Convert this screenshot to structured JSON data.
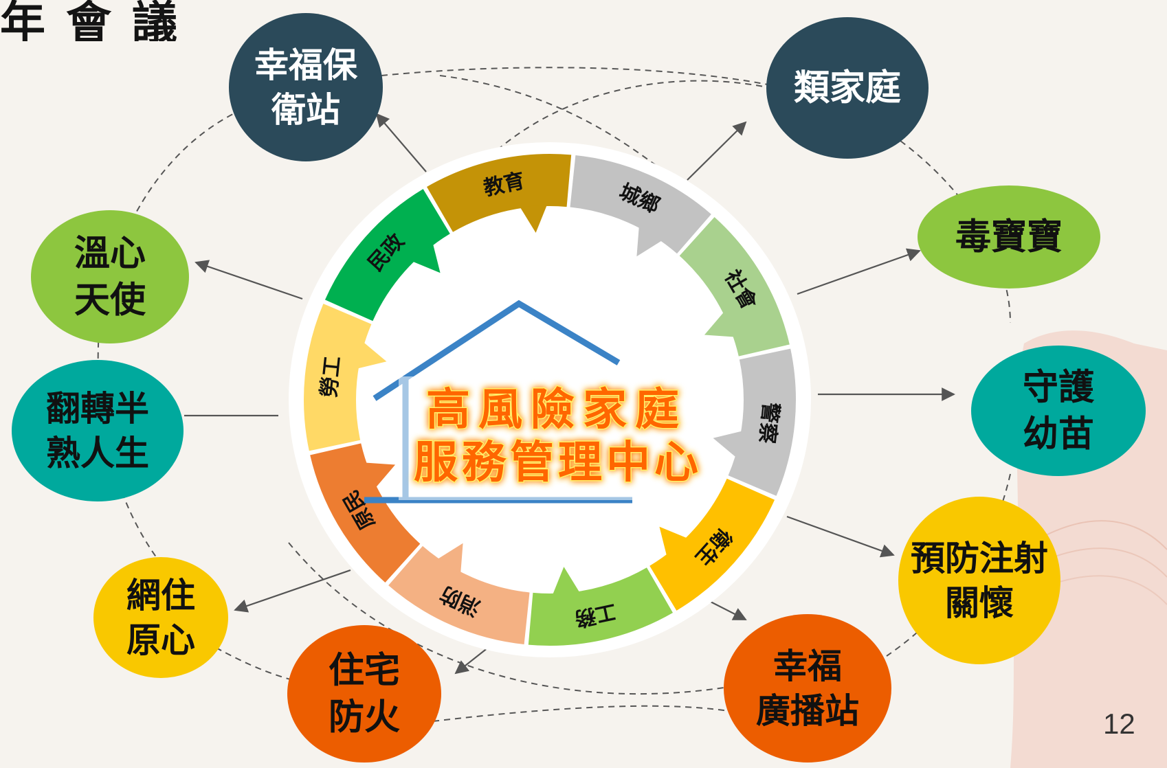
{
  "header": {
    "title_fragment": "年會議"
  },
  "center": {
    "line1": "高風險家庭",
    "line2": "服務管理中心"
  },
  "ring_segments": [
    {
      "label": "教育",
      "color": "#c49307"
    },
    {
      "label": "城鄉",
      "color": "#c2c2c2"
    },
    {
      "label": "社會",
      "color": "#a9d18e"
    },
    {
      "label": "警察",
      "color": "#c4c4c4"
    },
    {
      "label": "衛生",
      "color": "#ffc000"
    },
    {
      "label": "工務",
      "color": "#92d050"
    },
    {
      "label": "消防",
      "color": "#f4b183"
    },
    {
      "label": "原民",
      "color": "#ed7d31"
    },
    {
      "label": "勞工",
      "color": "#ffd966"
    },
    {
      "label": "民政",
      "color": "#00b050"
    }
  ],
  "satellites": [
    {
      "lines": [
        "幸福保",
        "衛站"
      ],
      "color": "#2b4a5a",
      "text_color": "#ffffff"
    },
    {
      "lines": [
        "類家庭"
      ],
      "color": "#2b4a5a",
      "text_color": "#ffffff"
    },
    {
      "lines": [
        "毒寶寶"
      ],
      "color": "#8dc63f",
      "text_color": "#111111"
    },
    {
      "lines": [
        "守護",
        "幼苗"
      ],
      "color": "#00a99d",
      "text_color": "#111111"
    },
    {
      "lines": [
        "預防注射",
        "關懷"
      ],
      "color": "#f9c800",
      "text_color": "#111111"
    },
    {
      "lines": [
        "幸福",
        "廣播站"
      ],
      "color": "#ec5d00",
      "text_color": "#111111"
    },
    {
      "lines": [
        "住宅",
        "防火"
      ],
      "color": "#ec5d00",
      "text_color": "#111111"
    },
    {
      "lines": [
        "網住",
        "原心"
      ],
      "color": "#f9c800",
      "text_color": "#111111"
    },
    {
      "lines": [
        "翻轉半",
        "熟人生"
      ],
      "color": "#00a99d",
      "text_color": "#111111"
    },
    {
      "lines": [
        "溫心",
        "天使"
      ],
      "color": "#8dc63f",
      "text_color": "#111111"
    }
  ],
  "page_number": "12",
  "colors": {
    "background": "#f6f3ee",
    "house": "#3b83c6",
    "center_text_fill": "#ff6600",
    "center_text_glow": "#fff06a",
    "connector": "#555555"
  }
}
